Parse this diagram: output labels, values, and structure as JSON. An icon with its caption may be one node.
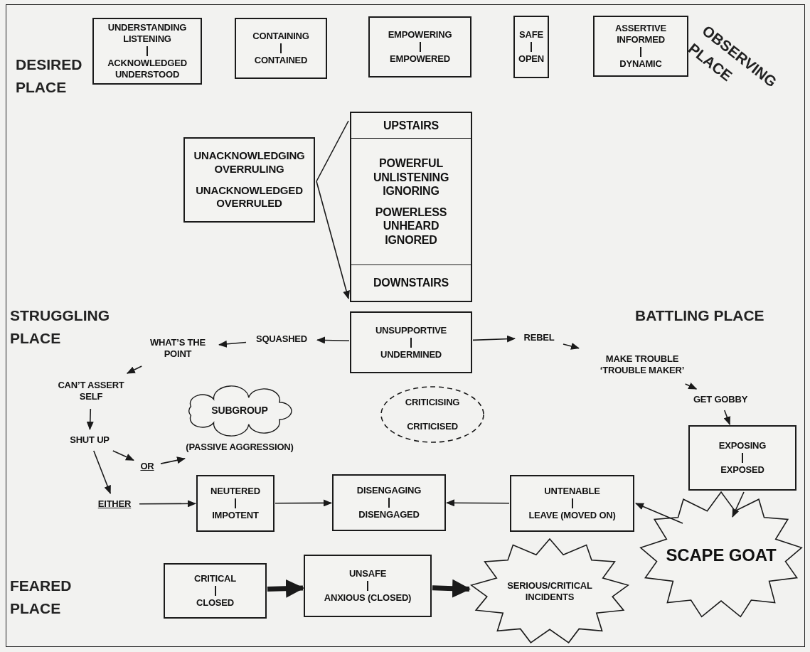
{
  "diagram": {
    "nodes": [
      {
        "text": [
          "UNDERSTANDING LISTENING",
          "ACKNOWLEDGED UNDERSTOOD"
        ]
      },
      {
        "text": [
          "CONTAINING",
          "CONTAINED"
        ]
      },
      {
        "text": [
          "EMPOWERING",
          "EMPOWERED"
        ]
      },
      {
        "text": [
          "SAFE",
          "OPEN"
        ]
      },
      {
        "text": [
          "ASSERTIVE INFORMED",
          "DYNAMIC"
        ]
      },
      {
        "text": [
          "UNACKNOWLEDGING OVERRULING",
          "UNACKNOWLEDGED OVERRULED"
        ]
      },
      {
        "text": [
          "UPSTAIRS",
          "POWERFUL UNLISTENING IGNORING",
          "POWERLESS UNHEARD IGNORED",
          "DOWNSTAIRS"
        ]
      },
      {
        "text": [
          "UNSUPPORTIVE",
          "UNDERMINED"
        ]
      },
      {
        "text": [
          "SQUASHED"
        ]
      },
      {
        "text": [
          "WHAT’S THE POINT"
        ]
      },
      {
        "text": [
          "CAN’T ASSERT SELF"
        ]
      },
      {
        "text": [
          "SHUT UP"
        ]
      },
      {
        "text": [
          "OR"
        ]
      },
      {
        "text": [
          "(PASSIVE AGGRESSION)"
        ]
      },
      {
        "text": [
          "SUBGROUP"
        ]
      },
      {
        "text": [
          "EITHER"
        ]
      },
      {
        "text": [
          "NEUTERED",
          "IMPOTENT"
        ]
      },
      {
        "text": [
          "DISENGAGING",
          "DISENGAGED"
        ]
      },
      {
        "text": [
          "UNTENABLE",
          "LEAVE (MOVED ON)"
        ]
      },
      {
        "text": [
          "CRITICISING",
          "CRITICISED"
        ]
      },
      {
        "text": [
          "REBEL"
        ]
      },
      {
        "text": [
          "MAKE TROUBLE",
          "‘TROUBLE MAKER’"
        ]
      },
      {
        "text": [
          "GET GOBBY"
        ]
      },
      {
        "text": [
          "EXPOSING",
          "EXPOSED"
        ]
      },
      {
        "text": [
          "SCAPE GOAT"
        ]
      },
      {
        "text": [
          "CRITICAL",
          "CLOSED"
        ]
      },
      {
        "text": [
          "UNSAFE",
          "ANXIOUS (CLOSED)"
        ]
      },
      {
        "text": [
          "SERIOUS/CRITICAL INCIDENTS"
        ]
      }
    ],
    "edges": [
      {
        "from": 5,
        "to": 6,
        "arrow": "none"
      },
      {
        "from": 5,
        "to": 6,
        "arrow": "to"
      },
      {
        "from": 7,
        "to": 8,
        "arrow": "to"
      },
      {
        "from": 8,
        "to": 9,
        "arrow": "to"
      },
      {
        "from": 9,
        "to": 10,
        "arrow": "to"
      },
      {
        "from": 10,
        "to": 11,
        "arrow": "to"
      },
      {
        "from": 11,
        "to": 12,
        "arrow": "to"
      },
      {
        "from": 12,
        "to": 13,
        "arrow": "to"
      },
      {
        "from": 11,
        "to": 15,
        "arrow": "to"
      },
      {
        "from": 15,
        "to": 16,
        "arrow": "to"
      },
      {
        "from": 16,
        "to": 17,
        "arrow": "to"
      },
      {
        "from": 18,
        "to": 17,
        "arrow": "to"
      },
      {
        "from": 7,
        "to": 20,
        "arrow": "to"
      },
      {
        "from": 20,
        "to": 21,
        "arrow": "to"
      },
      {
        "from": 21,
        "to": 22,
        "arrow": "to"
      },
      {
        "from": 22,
        "to": 23,
        "arrow": "to"
      },
      {
        "from": 23,
        "to": 24,
        "arrow": "to"
      },
      {
        "from": 24,
        "to": 18,
        "arrow": "to"
      },
      {
        "from": 25,
        "to": 26,
        "arrow": "to",
        "style": "thick"
      },
      {
        "from": 26,
        "to": 27,
        "arrow": "to",
        "style": "thick"
      }
    ],
    "labels": [
      "DESIRED PLACE",
      "OBSERVING PLACE",
      "STRUGGLING PLACE",
      "BATTLING PLACE",
      "FEARED PLACE"
    ]
  }
}
